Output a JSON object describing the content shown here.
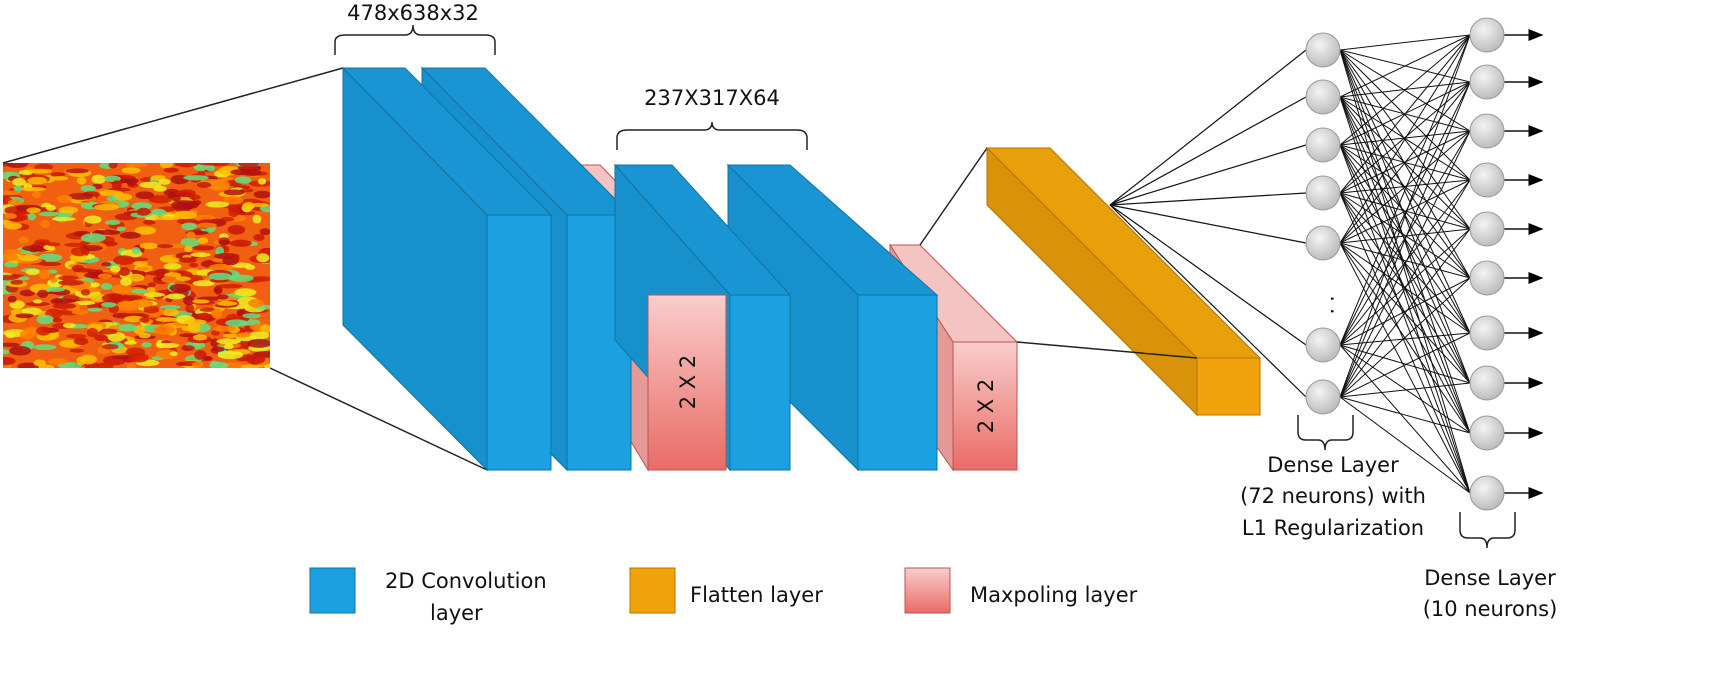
{
  "labels": {
    "conv1_dims": "478x638x32",
    "conv2_dims": "237X317X64",
    "pool1": "2 X 2",
    "pool2": "2 X 2",
    "dense1_line1": "Dense Layer",
    "dense1_line2": "(72 neurons) with",
    "dense1_line3": "L1 Regularization",
    "dense2_line1": "Dense Layer",
    "dense2_line2": "(10 neurons)",
    "ellipsis": ". ."
  },
  "legend": [
    {
      "label_line1": "2D Convolution",
      "label_line2": "layer",
      "color": "#1ba1e2"
    },
    {
      "label_line1": "Flatten layer",
      "color": "#f0a30a"
    },
    {
      "label_line1": "Maxpoling layer",
      "color": "#f19c99"
    }
  ],
  "colors": {
    "conv_front": "#1ba1e2",
    "conv_side": "#1890cc",
    "flatten": "#f0a30a",
    "flatten_side": "#d9930a",
    "pool_top": "#f8cecc",
    "pool_bottom": "#ea6b66",
    "neuron": "#d8d8d8"
  },
  "network": {
    "dense1_visible_neurons": 7,
    "dense2_neurons": 10
  }
}
